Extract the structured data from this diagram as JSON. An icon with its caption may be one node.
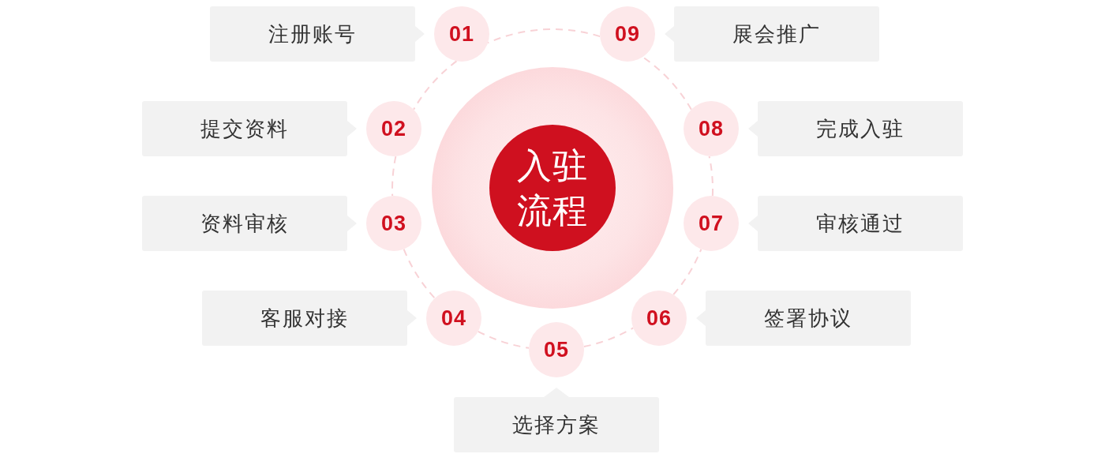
{
  "diagram": {
    "nodes": [
      {
        "text": [
          "入驻流程"
        ]
      },
      {
        "text": [
          "01"
        ]
      },
      {
        "text": [
          "注册账号"
        ]
      },
      {
        "text": [
          "02"
        ]
      },
      {
        "text": [
          "提交资料"
        ]
      },
      {
        "text": [
          "03"
        ]
      },
      {
        "text": [
          "资料审核"
        ]
      },
      {
        "text": [
          "04"
        ]
      },
      {
        "text": [
          "客服对接"
        ]
      },
      {
        "text": [
          "05"
        ]
      },
      {
        "text": [
          "选择方案"
        ]
      },
      {
        "text": [
          "06"
        ]
      },
      {
        "text": [
          "签署协议"
        ]
      },
      {
        "text": [
          "07"
        ]
      },
      {
        "text": [
          "审核通过"
        ]
      },
      {
        "text": [
          "08"
        ]
      },
      {
        "text": [
          "完成入驻"
        ]
      },
      {
        "text": [
          "09"
        ]
      },
      {
        "text": [
          "展会推广"
        ]
      }
    ],
    "edges": [
      {
        "from": 1,
        "to": 3,
        "arrow": "none",
        "style": "dashed"
      },
      {
        "from": 3,
        "to": 5,
        "arrow": "none",
        "style": "dashed"
      },
      {
        "from": 5,
        "to": 7,
        "arrow": "none",
        "style": "dashed"
      },
      {
        "from": 7,
        "to": 9,
        "arrow": "none",
        "style": "dashed"
      },
      {
        "from": 9,
        "to": 11,
        "arrow": "none",
        "style": "dashed"
      },
      {
        "from": 11,
        "to": 13,
        "arrow": "none",
        "style": "dashed"
      },
      {
        "from": 13,
        "to": 15,
        "arrow": "none",
        "style": "dashed"
      },
      {
        "from": 15,
        "to": 17,
        "arrow": "none",
        "style": "dashed"
      },
      {
        "from": 17,
        "to": 1,
        "arrow": "none",
        "style": "dashed"
      }
    ]
  }
}
